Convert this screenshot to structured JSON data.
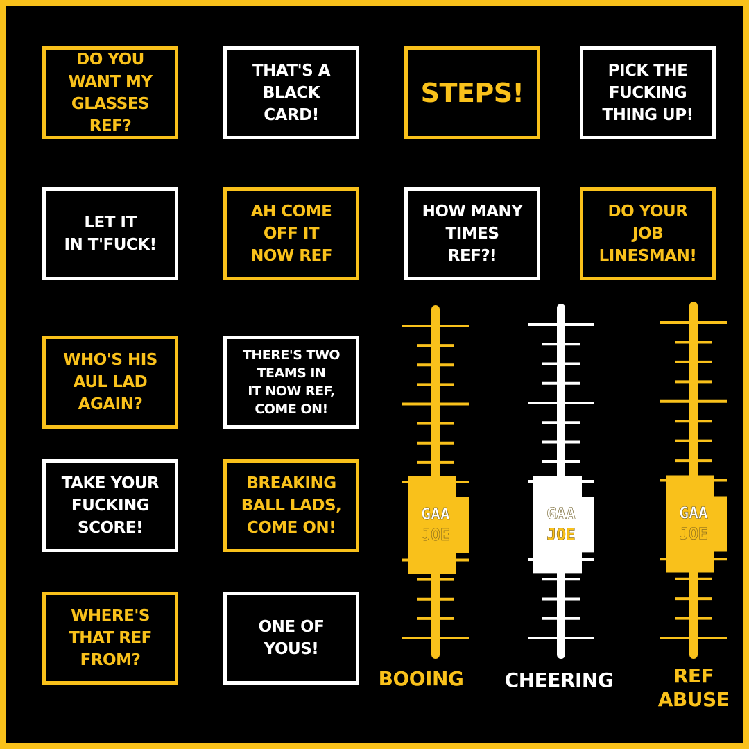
{
  "colors": {
    "yellow": "#F9C11B",
    "white": "#FFFFFF",
    "background": "#000000"
  },
  "cards": [
    {
      "id": "glasses",
      "text": "DO YOU\nWANT MY\nGLASSES\nREF?",
      "color": "yellow"
    },
    {
      "id": "black-card",
      "text": "THAT'S A\nBLACK\nCARD!",
      "color": "white"
    },
    {
      "id": "steps",
      "text": "STEPS!",
      "color": "yellow"
    },
    {
      "id": "pick-up",
      "text": "PICK THE\nFUCKING\nTHING UP!",
      "color": "white"
    },
    {
      "id": "let-it-in",
      "text": "LET IT\nIN T'FUCK!",
      "color": "white"
    },
    {
      "id": "come-off-it",
      "text": "AH COME\nOFF IT\nNOW REF",
      "color": "yellow"
    },
    {
      "id": "how-many-times",
      "text": "HOW MANY\nTIMES\nREF?!",
      "color": "white"
    },
    {
      "id": "linesman",
      "text": "DO YOUR\nJOB\nLINESMAN!",
      "color": "yellow"
    },
    {
      "id": "aul-lad",
      "text": "WHO'S HIS\nAUL LAD\nAGAIN?",
      "color": "yellow"
    },
    {
      "id": "two-teams",
      "text": "THERE'S TWO\nTEAMS IN\nIT NOW REF,\nCOME ON!",
      "color": "white"
    },
    {
      "id": "take-score",
      "text": "TAKE YOUR\nFUCKING\nSCORE!",
      "color": "white"
    },
    {
      "id": "breaking-ball",
      "text": "BREAKING\nBALL LADS,\nCOME ON!",
      "color": "yellow"
    },
    {
      "id": "ref-from",
      "text": "WHERE'S\nTHAT REF\nFROM?",
      "color": "yellow"
    },
    {
      "id": "one-of-yous",
      "text": "ONE OF\nYOUS!",
      "color": "white"
    }
  ],
  "meters": [
    {
      "id": "booing",
      "label": "BOOING",
      "color": "yellow",
      "level": 0.3,
      "knob_line1": "GAA",
      "knob_line2": "JOE"
    },
    {
      "id": "cheering",
      "label": "CHEERING",
      "color": "white",
      "level": 0.3,
      "knob_line1": "GAA",
      "knob_line2": "JOE"
    },
    {
      "id": "ref-abuse",
      "label": "REF\nABUSE",
      "color": "yellow",
      "level": 0.3,
      "knob_line1": "GAA",
      "knob_line2": "JOE"
    }
  ]
}
